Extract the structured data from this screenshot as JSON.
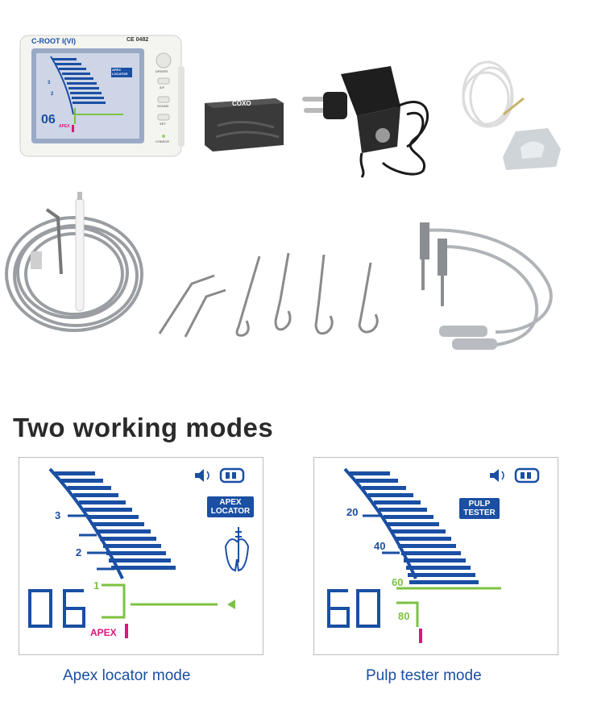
{
  "device": {
    "model": "C-ROOT I(VI)",
    "ce_mark": "CE 0482",
    "screen_mode": "APEX LOCATOR",
    "screen_digits": "06",
    "screen_apex": "APEX",
    "screen_tick_3": "3",
    "screen_tick_2": "2",
    "buttons": [
      "DRIVER",
      "A/F",
      "SOUND",
      "SET",
      "CHARGE"
    ]
  },
  "battery_brand": "COXO",
  "heading": "Two working modes",
  "panels": [
    {
      "mode_badge_line1": "APEX",
      "mode_badge_line2": "LOCATOR",
      "digits": "06",
      "tick_3": "3",
      "tick_2": "2",
      "tick_1": "1",
      "apex_label": "APEX",
      "caption": "Apex locator mode"
    },
    {
      "mode_badge_line1": "PULP",
      "mode_badge_line2": "TESTER",
      "digits": "60",
      "tick_20": "20",
      "tick_40": "40",
      "tick_60": "60",
      "tick_80": "80",
      "caption": "Pulp tester mode"
    }
  ],
  "colors": {
    "lcd_blue": "#1a4fa3",
    "lcd_green": "#7cc242",
    "lcd_magenta": "#e0147a",
    "device_body": "#f4f4f0"
  }
}
